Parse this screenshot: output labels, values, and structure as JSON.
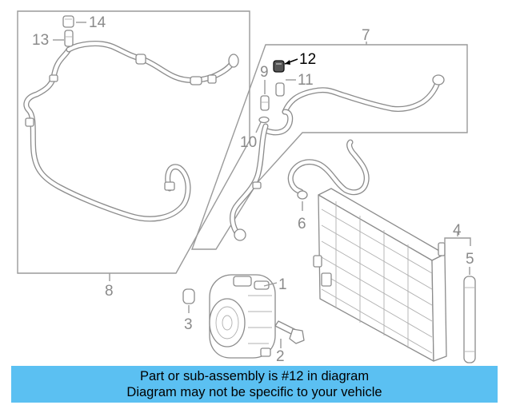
{
  "callouts": {
    "c1": "1",
    "c2": "2",
    "c3": "3",
    "c4": "4",
    "c5": "5",
    "c6": "6",
    "c7": "7",
    "c8": "8",
    "c9": "9",
    "c10": "10",
    "c11": "11",
    "c12": "12",
    "c13": "13",
    "c14": "14"
  },
  "highlight_callout": "12",
  "banner": {
    "line1": "Part or sub-assembly is #12 in diagram",
    "line2": "Diagram may not be specific to your vehicle",
    "color": "#5bc0f2"
  }
}
